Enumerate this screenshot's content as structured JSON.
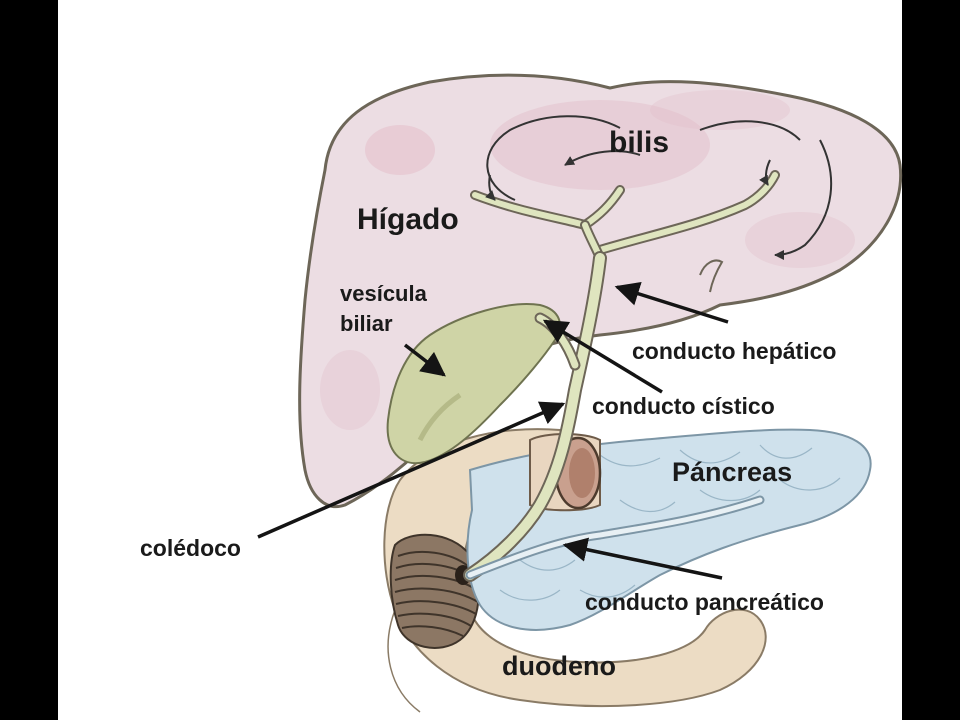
{
  "labels": {
    "higado": "Hígado",
    "bilis": "bilis",
    "vesicula_1": "vesícula",
    "vesicula_2": "biliar",
    "conducto_hepatico": "conducto hepático",
    "conducto_cistico": "conducto cístico",
    "pancreas": "Páncreas",
    "coledoco": "colédoco",
    "conducto_pancreatico": "conducto pancreático",
    "duodeno": "duodeno"
  },
  "colors": {
    "background": "#000000",
    "slide": "#ffffff",
    "liver": "#ecdde3",
    "liver_tint": "#e3bcc8",
    "liver_outline": "#6d6658",
    "gallbladder": "#cfd4a6",
    "duct": "#dfe5bf",
    "duodenum": "#ecdcc4",
    "pancreas": "#cfe1ec",
    "stomach_opening": "#c9a08e",
    "sphincter": "#7a6a5c",
    "arrow": "#141414"
  }
}
